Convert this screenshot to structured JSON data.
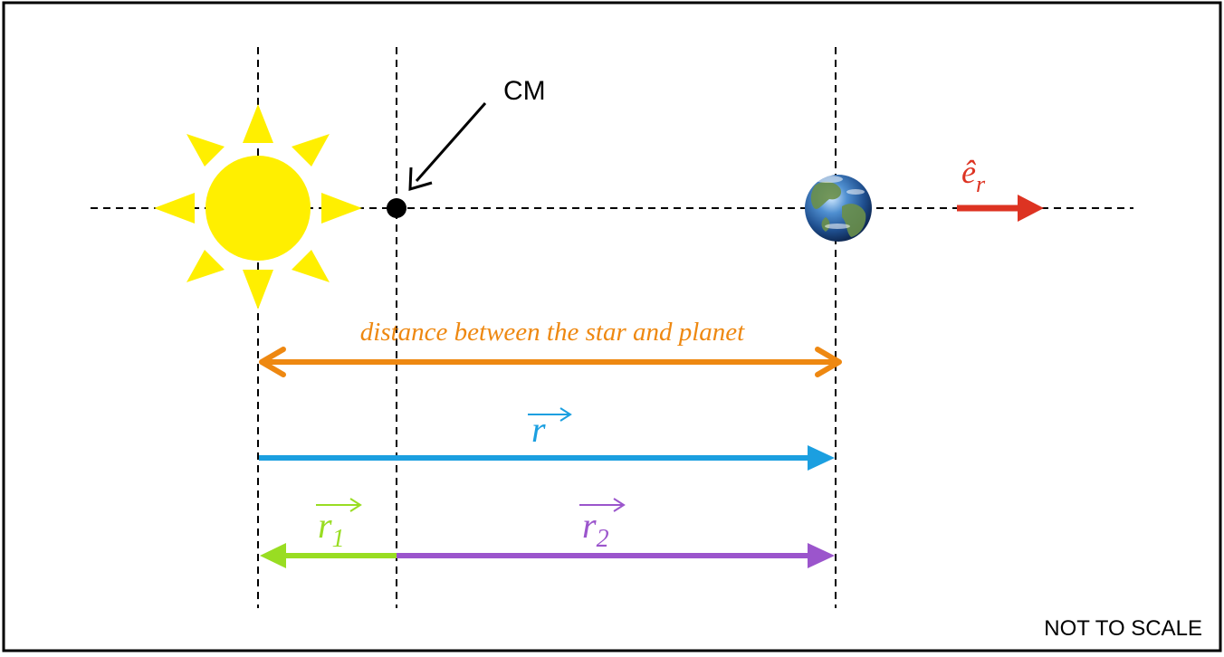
{
  "labels": {
    "cm": "CM",
    "distance": "distance between the star and planet",
    "r": "r",
    "r1_base": "r",
    "r1_sub": "1",
    "r2_base": "r",
    "r2_sub": "2",
    "er_base": "ê",
    "er_sub": "r",
    "not_to_scale": "NOT TO SCALE"
  },
  "colors": {
    "frame": "#000000",
    "star": "#ffef00",
    "star_rays": "#ffef00",
    "cm_point": "#000000",
    "distance": "#ee8811",
    "r": "#1b9fe0",
    "r1": "#99dd22",
    "r2": "#9b55cc",
    "er": "#dd3322"
  },
  "icons": {
    "star": "sun-icon",
    "planet": "earth-icon"
  }
}
